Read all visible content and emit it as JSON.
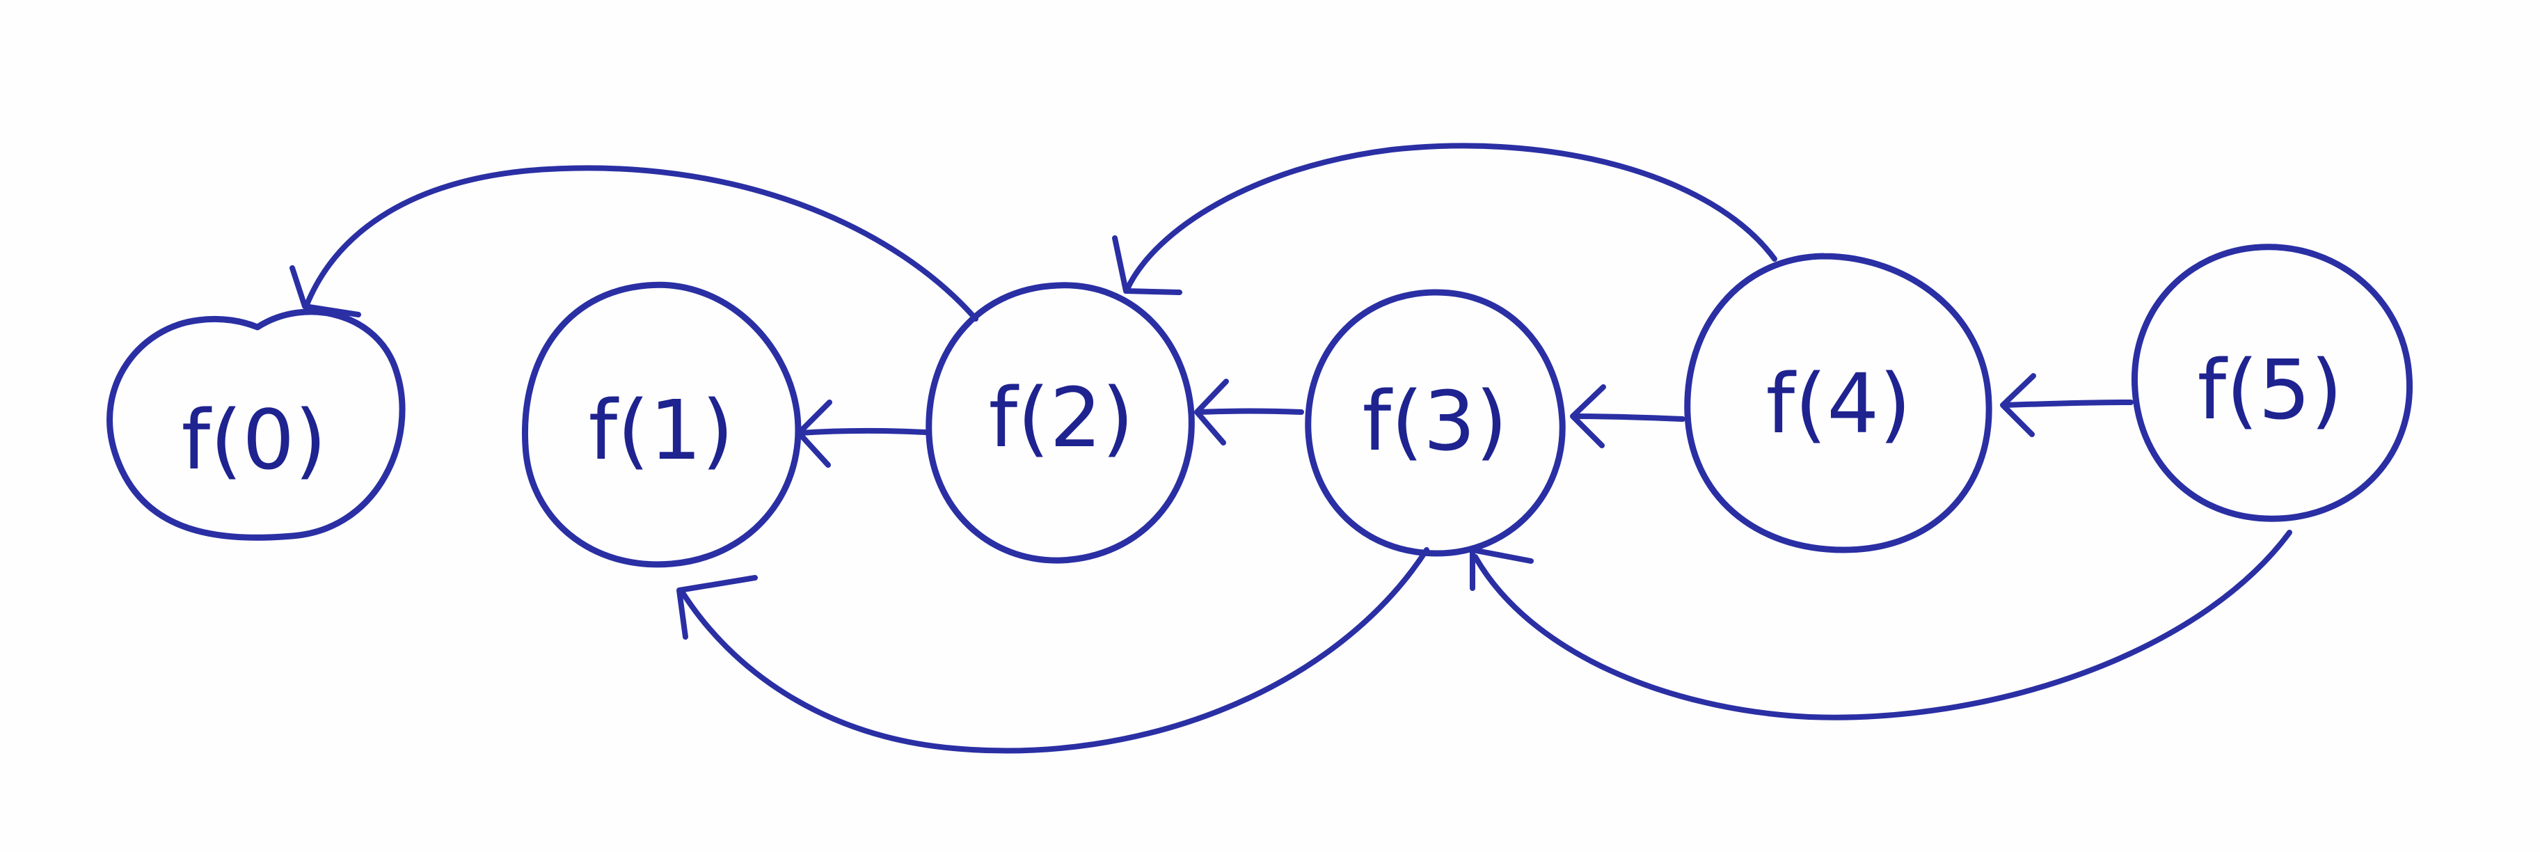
{
  "diagram": {
    "ink_color": "#2a2fa4",
    "background_color": "#fefefe",
    "nodes": [
      {
        "id": "f0",
        "label": "f(0)"
      },
      {
        "id": "f1",
        "label": "f(1)"
      },
      {
        "id": "f2",
        "label": "f(2)"
      },
      {
        "id": "f3",
        "label": "f(3)"
      },
      {
        "id": "f4",
        "label": "f(4)"
      },
      {
        "id": "f5",
        "label": "f(5)"
      }
    ],
    "edges": [
      {
        "from": "f2",
        "to": "f1"
      },
      {
        "from": "f3",
        "to": "f2"
      },
      {
        "from": "f4",
        "to": "f3"
      },
      {
        "from": "f5",
        "to": "f4"
      },
      {
        "from": "f2",
        "to": "f0"
      },
      {
        "from": "f4",
        "to": "f2"
      },
      {
        "from": "f3",
        "to": "f1"
      },
      {
        "from": "f5",
        "to": "f3"
      }
    ]
  }
}
